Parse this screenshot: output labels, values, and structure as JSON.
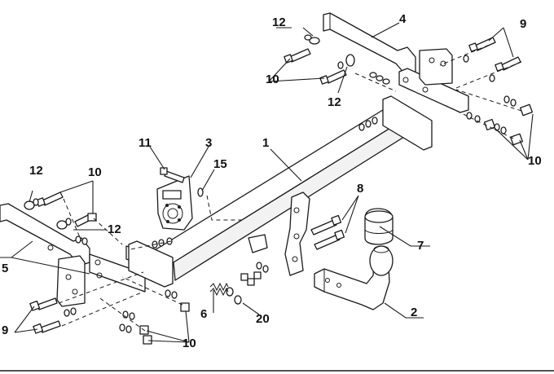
{
  "labels": {
    "p1": "1",
    "p2": "2",
    "p3": "3",
    "p4": "4",
    "p5": "5",
    "p6": "6",
    "p7": "7",
    "p8": "8",
    "p9_right": "9",
    "p9_left": "9",
    "p10_top": "10",
    "p10_right": "10",
    "p10_left_top": "10",
    "p10_bottom": "10",
    "p11": "11",
    "p12_top_left": "12",
    "p12_top_mid": "12",
    "p12_left": "12",
    "p12_left_mid": "12",
    "p15": "15",
    "p20": "20"
  },
  "colors": {
    "line": "#1a1a1a",
    "background": "#ffffff"
  }
}
